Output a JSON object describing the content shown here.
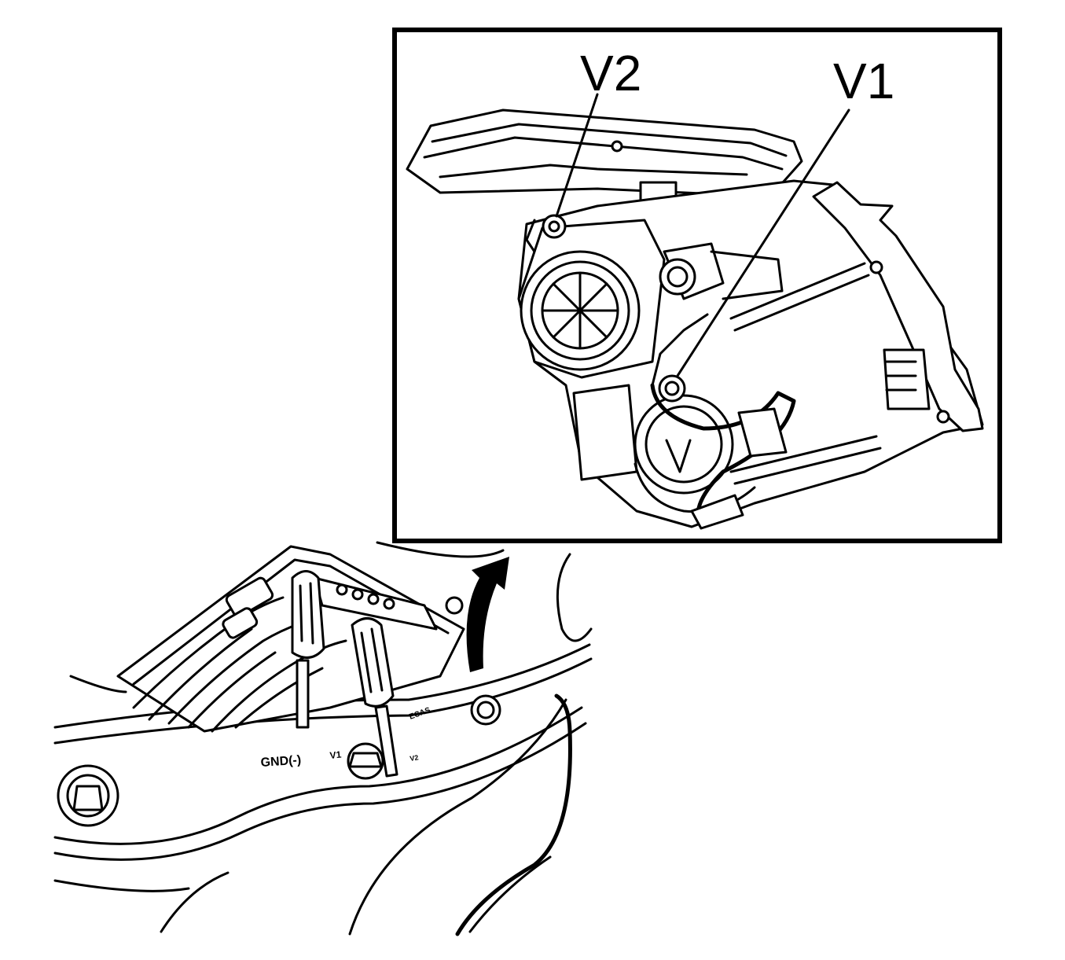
{
  "callouts": {
    "v2": "V2",
    "v1": "V1"
  },
  "housing_labels": {
    "gnd": "GND(-)",
    "v1": "V1",
    "v2": "V2",
    "eco": "ECAS"
  },
  "colors": {
    "line": "#000000",
    "background": "#ffffff"
  }
}
